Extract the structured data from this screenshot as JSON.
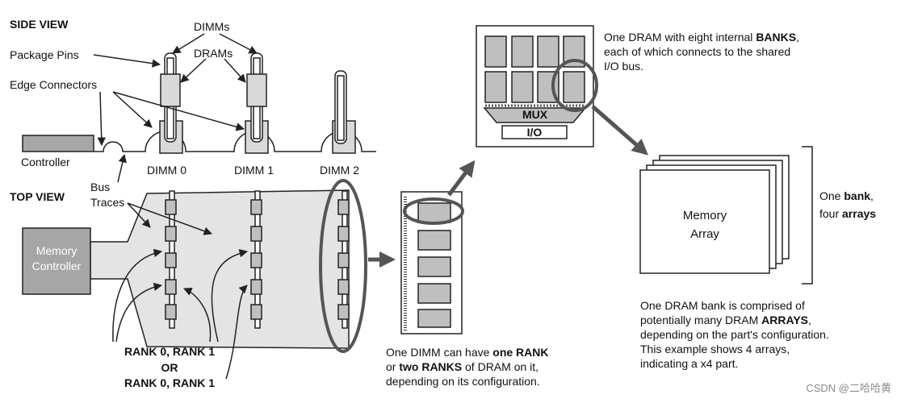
{
  "side_view": {
    "heading": "SIDE VIEW",
    "package_pins": "Package Pins",
    "edge_connectors": "Edge Connectors",
    "dimms": "DIMMs",
    "drams": "DRAMs",
    "controller": "Controller",
    "dimm_labels": [
      "DIMM 0",
      "DIMM 1",
      "DIMM 2"
    ]
  },
  "top_view": {
    "heading": "TOP VIEW",
    "bus_traces_1": "Bus",
    "bus_traces_2": "Traces",
    "memory_controller_1": "Memory",
    "memory_controller_2": "Controller",
    "rank_line_1": "RANK 0, RANK 1",
    "rank_or": "OR",
    "rank_line_2": "RANK 0, RANK 1"
  },
  "dimm_caption": {
    "l1_a": "One DIMM can have ",
    "l1_b": "one RANK",
    "l2_a": "or ",
    "l2_b": "two RANKS",
    "l2_c": " of DRAM on it,",
    "l3": "depending on its configuration."
  },
  "dram_chip": {
    "mux": "MUX",
    "io": "I/O"
  },
  "dram_caption": {
    "l1_a": "One DRAM with eight internal ",
    "l1_b": "BANKS",
    "l1_c": ",",
    "l2": "each of which connects to the shared",
    "l3": "I/O bus."
  },
  "bank": {
    "array_1": "Memory",
    "array_2": "Array",
    "side_1_a": "One ",
    "side_1_b": "bank",
    "side_1_c": ",",
    "side_2_a": "four ",
    "side_2_b": "arrays"
  },
  "bank_caption": {
    "l1": "One DRAM bank is comprised of",
    "l2_a": "potentially many DRAM ",
    "l2_b": "ARRAYS",
    "l2_c": ",",
    "l3": "depending on the part's configuration.",
    "l4": "This example shows 4 arrays,",
    "l5": "indicating a x4 part."
  },
  "watermark": "CSDN @二哈哈黄",
  "colors": {
    "module": "#d9d9d9",
    "controller": "#a6a6a6",
    "chip": "#bfbfbf",
    "line": "#222222"
  }
}
